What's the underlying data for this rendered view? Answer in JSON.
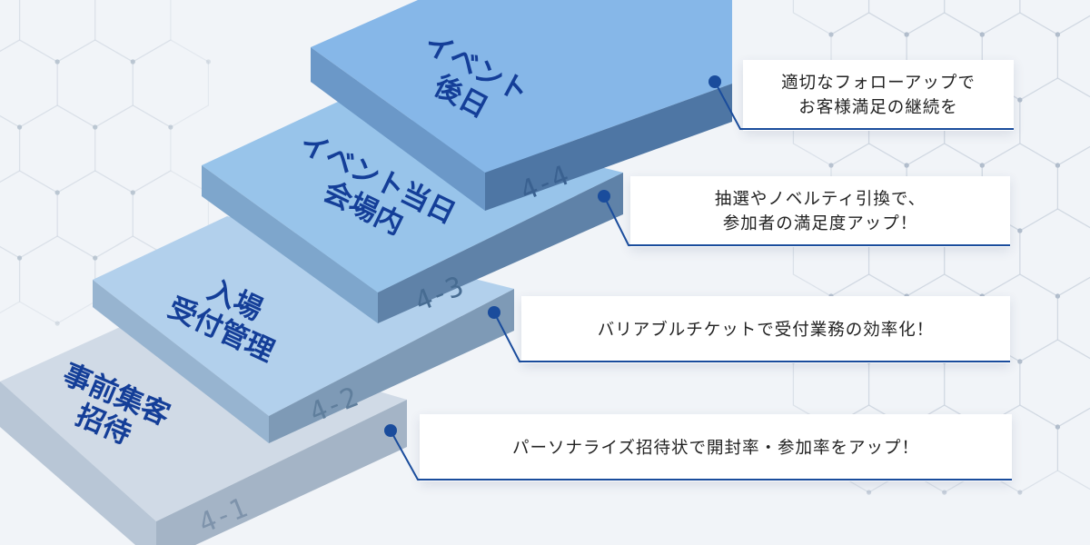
{
  "steps": [
    {
      "id": "4-1",
      "lines": [
        "事前集客",
        "招待"
      ],
      "number": "4-1",
      "top_color": "#d0dae6",
      "front_color": "#a4b4c6",
      "side_color": "#b8c6d6",
      "number_color": "#7e93ab"
    },
    {
      "id": "4-2",
      "lines": [
        "入場",
        "受付管理"
      ],
      "number": "4-2",
      "top_color": "#b2d0ec",
      "front_color": "#7e9ab6",
      "side_color": "#97b4d0",
      "number_color": "#5f7e9c"
    },
    {
      "id": "4-3",
      "lines": [
        "イベント当日",
        "会場内"
      ],
      "number": "4-3",
      "top_color": "#98c4ea",
      "front_color": "#5f82a8",
      "side_color": "#7ea6cc",
      "number_color": "#476c92"
    },
    {
      "id": "4-4",
      "lines": [
        "イベント",
        "後日"
      ],
      "number": "4-4",
      "top_color": "#86b7e8",
      "front_color": "#4e76a4",
      "side_color": "#6b98c8",
      "number_color": "#3a6190"
    }
  ],
  "callouts": [
    {
      "id": "4-4",
      "lines": [
        "適切なフォローアップで",
        "お客様満足の継続を"
      ]
    },
    {
      "id": "4-3",
      "lines": [
        "抽選やノベルティ引換で、",
        "参加者の満足度アップ！"
      ]
    },
    {
      "id": "4-2",
      "lines": [
        "バリアブルチケットで受付業務の効率化！"
      ]
    },
    {
      "id": "4-1",
      "lines": [
        "パーソナライズ招待状で開封率・参加率をアップ！"
      ]
    }
  ],
  "colors": {
    "accent": "#1a4c9c",
    "label": "#143e98",
    "background": "#f1f4f8",
    "network": "#c9d1dc"
  }
}
